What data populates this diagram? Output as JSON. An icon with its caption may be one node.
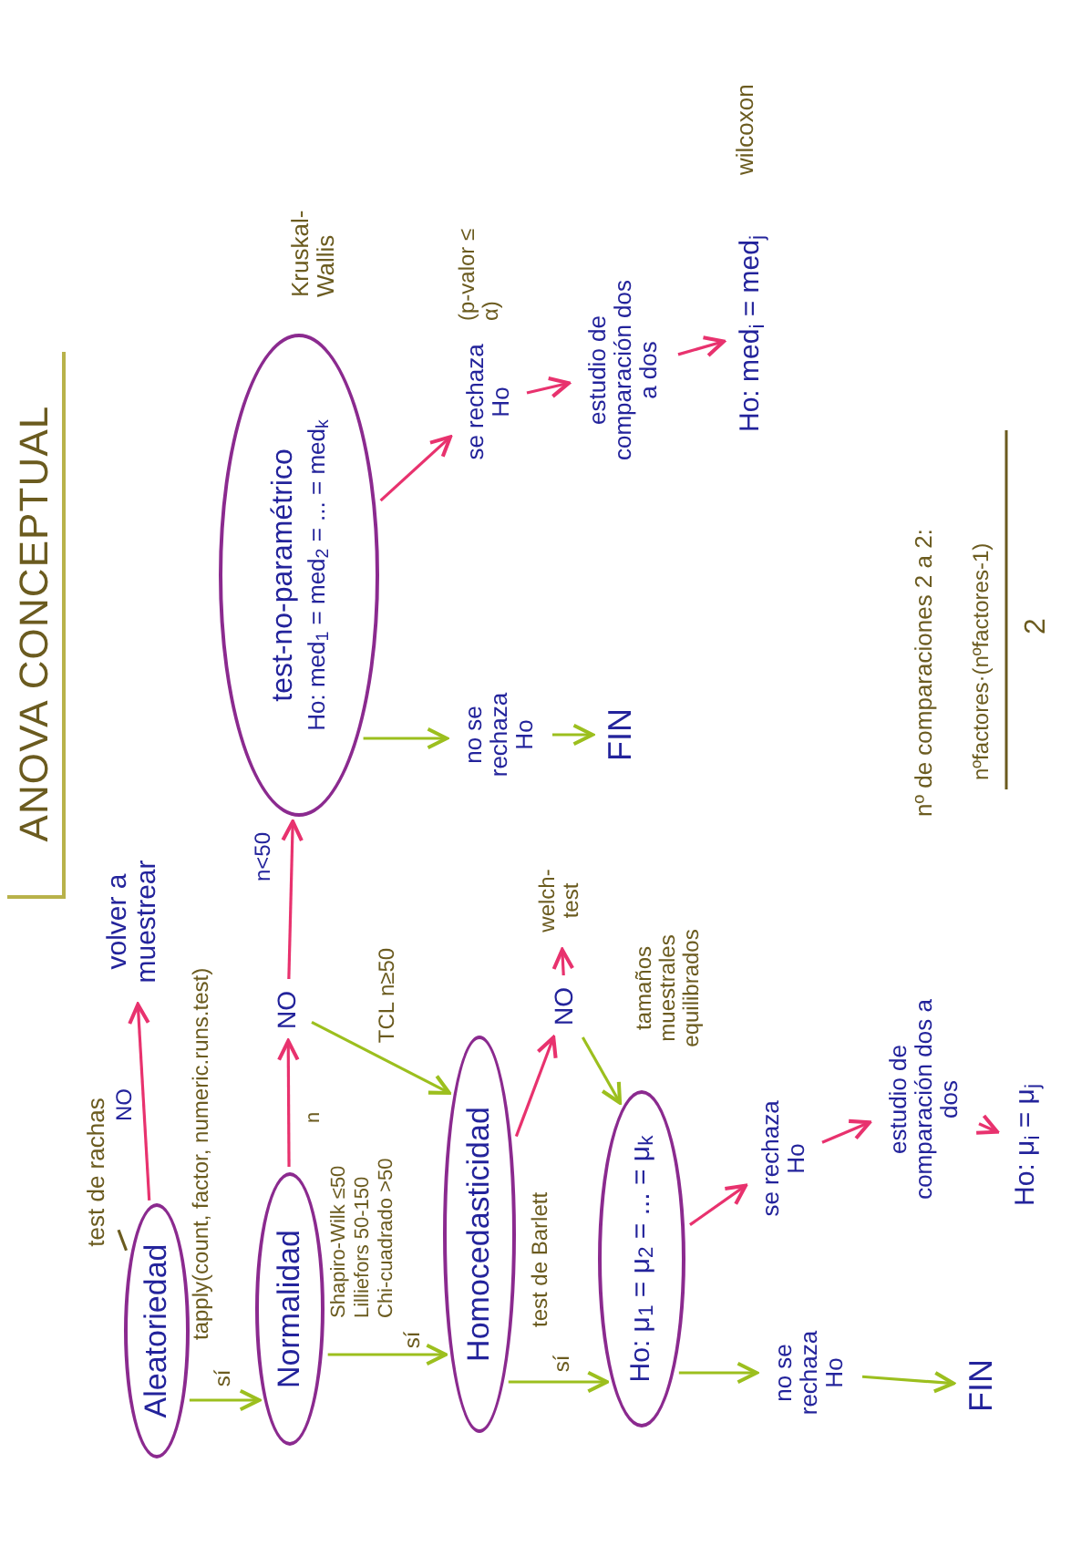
{
  "diagram": {
    "title": "ANOVA CONCEPTUAL",
    "nodes": [
      {
        "text": [
          "Aleatoriedad"
        ]
      },
      {
        "text": [
          "volver a muestrear"
        ]
      },
      {
        "text": [
          "Normalidad"
        ]
      },
      {
        "text": [
          "NO"
        ]
      },
      {
        "text": [
          "test-no-paramétrico",
          "Ho: med$_{1}$ = med$_{2}$ = ... = med$_{k}$"
        ]
      },
      {
        "text": [
          "Homocedasticidad"
        ]
      },
      {
        "text": [
          "NO"
        ]
      },
      {
        "text": [
          "welch-test"
        ]
      },
      {
        "text": [
          "Ho: μ$_{1}$ = μ$_{2}$ = ... = μ$_{k}$"
        ]
      },
      {
        "text": [
          "se rechaza Ho"
        ]
      },
      {
        "text": [
          "estudio de comparación dos a dos"
        ]
      },
      {
        "text": [
          "Ho: μ$_{i}$ = μ$_{j}$"
        ]
      },
      {
        "text": [
          "no se rechaza Ho"
        ]
      },
      {
        "text": [
          "FIN"
        ]
      },
      {
        "text": [
          "no se rechaza Ho"
        ]
      },
      {
        "text": [
          "FIN"
        ]
      },
      {
        "text": [
          "se rechaza Ho"
        ]
      },
      {
        "text": [
          "estudio de comparación dos a dos"
        ]
      },
      {
        "text": [
          "Ho: med$_{i}$ = med$_{j}$"
        ]
      },
      {
        "text": [
          "test de rachas"
        ]
      }
    ],
    "edges": [
      {
        "from": 0,
        "to": 1,
        "arrow": "to",
        "label": "NO"
      },
      {
        "from": 0,
        "to": 2,
        "arrow": "to",
        "label": "sí",
        "color": "#9cbf1e"
      },
      {
        "from": 2,
        "to": 3,
        "arrow": "to"
      },
      {
        "from": 3,
        "to": 4,
        "arrow": "to",
        "label": "n<50"
      },
      {
        "from": 3,
        "to": 5,
        "arrow": "to",
        "label": "TCL n≥50",
        "color": "#9cbf1e"
      },
      {
        "from": 2,
        "to": 5,
        "arrow": "to",
        "label": "sí",
        "color": "#9cbf1e"
      },
      {
        "from": 5,
        "to": 6,
        "arrow": "to"
      },
      {
        "from": 6,
        "to": 7,
        "arrow": "to"
      },
      {
        "from": 6,
        "to": 8,
        "arrow": "to",
        "label": "tamaños muestrales equilibrados",
        "color": "#9cbf1e"
      },
      {
        "from": 5,
        "to": 8,
        "arrow": "to",
        "label": "sí",
        "color": "#9cbf1e"
      },
      {
        "from": 8,
        "to": 9,
        "arrow": "to"
      },
      {
        "from": 9,
        "to": 10,
        "arrow": "to"
      },
      {
        "from": 10,
        "to": 11,
        "arrow": "to"
      },
      {
        "from": 8,
        "to": 12,
        "arrow": "to",
        "color": "#9cbf1e"
      },
      {
        "from": 12,
        "to": 13,
        "arrow": "to",
        "color": "#9cbf1e"
      },
      {
        "from": 4,
        "to": 14,
        "arrow": "to",
        "color": "#9cbf1e"
      },
      {
        "from": 14,
        "to": 15,
        "arrow": "to",
        "color": "#9cbf1e"
      },
      {
        "from": 4,
        "to": 16,
        "arrow": "to"
      },
      {
        "from": 16,
        "to": 17,
        "arrow": "to"
      },
      {
        "from": 17,
        "to": 18,
        "arrow": "to"
      },
      {
        "from": 19,
        "to": 0,
        "arrow": "none",
        "color": "#6b5b1f"
      }
    ],
    "labels": [
      "tapply(count, factor, numeric.runs.test)",
      "n",
      "Shapiro-Wilk ≤50",
      "Lilliefors 50-150",
      "Chi-cuadrado >50",
      "test de Barlett",
      "Kruskal-Wallis",
      "(p-valor ≤ α)",
      "wilcoxon",
      "nº de comparaciones 2 a 2:",
      "nºfactores·(nºfactores-1)",
      "2"
    ]
  }
}
